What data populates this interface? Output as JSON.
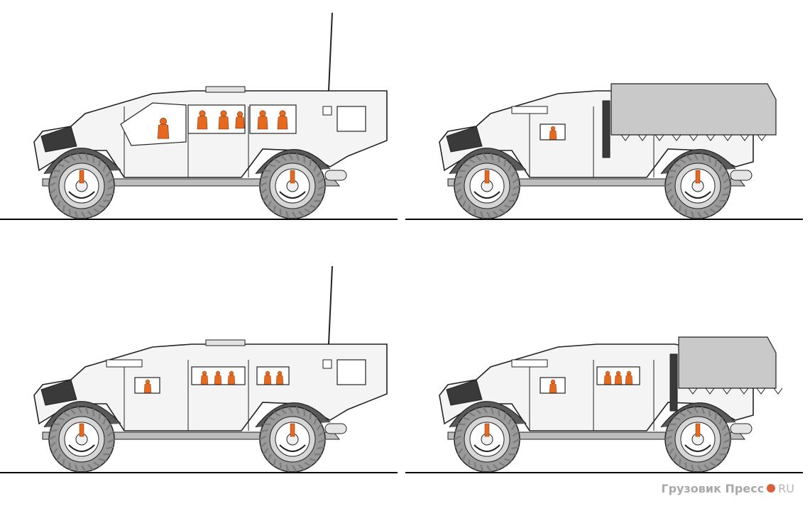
{
  "image": {
    "description_free": true,
    "vehicles": [
      {
        "variant": "hardtop-long-windows",
        "antenna": true,
        "canopy": false,
        "occupants_visible": true
      },
      {
        "variant": "pickup-canopy-full",
        "antenna": false,
        "canopy": true,
        "occupants_visible": false
      },
      {
        "variant": "hardtop-small-windows",
        "antenna": true,
        "canopy": false,
        "occupants_visible": true
      },
      {
        "variant": "pickup-canopy-short",
        "antenna": false,
        "canopy": true,
        "occupants_visible": true
      }
    ]
  },
  "colors": {
    "body": "#f4f4f4",
    "outline": "#222222",
    "tire": "#9a9a9a",
    "tire_dark": "#7d7d7d",
    "canopy": "#c9c9c9",
    "occupant": "#e5691f",
    "dark_panel": "#3a3a3a",
    "ground": "#000000",
    "watermark": "#a9a9a9",
    "watermark_dot": "#d8603c"
  },
  "watermark": {
    "text": "Грузовик Пресс",
    "suffix": "RU"
  }
}
